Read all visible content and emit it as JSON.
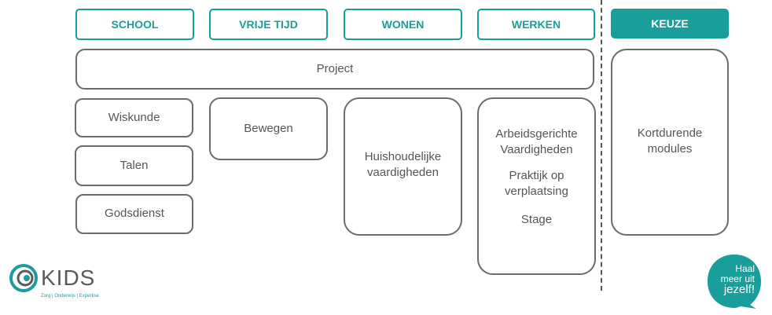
{
  "headers": {
    "school": "SCHOOL",
    "vrije_tijd": "VRIJE TIJD",
    "wonen": "WONEN",
    "werken": "WERKEN",
    "keuze": "KEUZE"
  },
  "project": "Project",
  "school_items": [
    "Wiskunde",
    "Talen",
    "Godsdienst"
  ],
  "vrije_tijd_items": [
    "Bewegen"
  ],
  "wonen_items": [
    "Huishoudelijke vaardigheden"
  ],
  "werken_items": [
    "Arbeidsgerichte Vaardigheden",
    "Praktijk op verplaatsing",
    "Stage"
  ],
  "keuze_items": [
    "Kortdurende modules"
  ],
  "logo": {
    "name": "KIDS",
    "tagline": "Zorg | Onderwijs | Expertise"
  },
  "slogan": {
    "line1": "Haal",
    "line2": "meer uit",
    "line3": "jezelf!"
  },
  "colors": {
    "accent": "#1a9e9c",
    "border": "#6b6b6b",
    "text": "#555555"
  }
}
